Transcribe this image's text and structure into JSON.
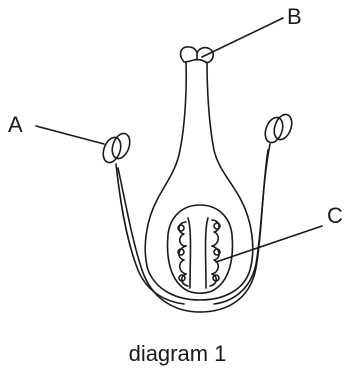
{
  "labels": {
    "a": "A",
    "b": "B",
    "c": "C"
  },
  "caption": "diagram 1",
  "colors": {
    "ink": "#1a1a1a",
    "background": "#ffffff"
  }
}
